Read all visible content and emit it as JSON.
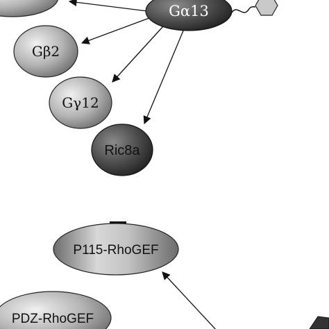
{
  "nodes": {
    "ga13": {
      "label": "Gα13",
      "fill": "#4a4a4a",
      "text_color": "#ffffff"
    },
    "gb2": {
      "label": "Gβ2",
      "fill": "#a8a8a8",
      "text_color": "#111111"
    },
    "gy12": {
      "label": "Gγ12",
      "fill": "#a8a8a8",
      "text_color": "#111111"
    },
    "ric8a": {
      "label": "Ric8a",
      "fill": "#4a4a4a",
      "text_color": "#111111"
    },
    "p115": {
      "label": "P115-RhoGEF",
      "fill": "#a8a8a8",
      "text_color": "#111111"
    },
    "pdz": {
      "label": "PDZ-RhoGEF",
      "fill": "#a8a8a8",
      "text_color": "#111111"
    },
    "top_left_partial": {
      "label": "",
      "fill": "#a8a8a8"
    }
  },
  "colors": {
    "arrow": "#111111",
    "hexagon": "#c8c8c8",
    "corner_shape": "#333333"
  },
  "icons": {
    "modification": "hexagon-icon",
    "corner": "dark-partial-shape-icon"
  }
}
